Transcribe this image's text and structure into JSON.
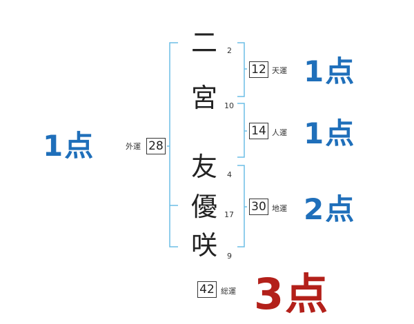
{
  "name": {
    "chars": [
      {
        "char": "二",
        "strokes": "2"
      },
      {
        "char": "宮",
        "strokes": "10"
      },
      {
        "char": "友",
        "strokes": "4"
      },
      {
        "char": "優",
        "strokes": "17"
      },
      {
        "char": "咲",
        "strokes": "9"
      }
    ]
  },
  "fortunes": {
    "ten": {
      "label": "天運",
      "value": "12",
      "score": "1点"
    },
    "jin": {
      "label": "人運",
      "value": "14",
      "score": "1点"
    },
    "chi": {
      "label": "地運",
      "value": "30",
      "score": "2点"
    },
    "gai": {
      "label": "外運",
      "value": "28",
      "score": "1点"
    },
    "sou": {
      "label": "総運",
      "value": "42",
      "score": "3点"
    }
  },
  "colors": {
    "bracket": "#6bbde6",
    "score_blue": "#1f6fba",
    "score_red": "#b3201a"
  }
}
